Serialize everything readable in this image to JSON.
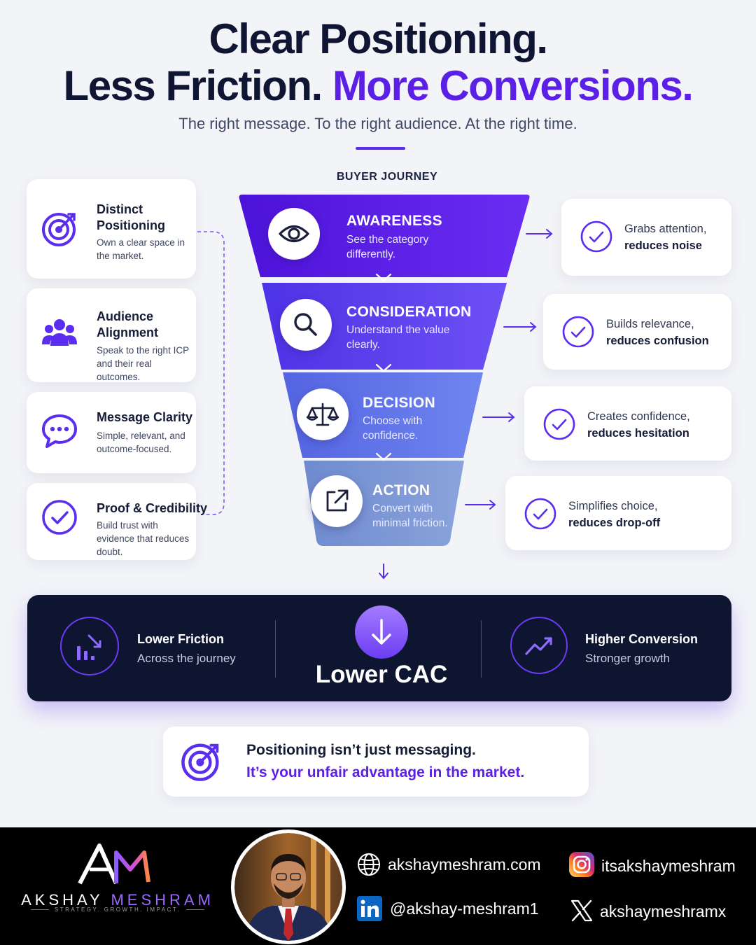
{
  "header": {
    "title_line1": "Clear Positioning.",
    "title_line2_dark": "Less Friction.",
    "title_line2_accent": "More Conversions.",
    "subtitle": "The right message. To the right audience. At the right time.",
    "section_label": "BUYER JOURNEY"
  },
  "pillars": [
    {
      "title": "Distinct Positioning",
      "desc": "Own a clear space in the market.",
      "icon": "target-icon"
    },
    {
      "title": "Audience Alignment",
      "desc": "Speak to the right ICP and their real outcomes.",
      "icon": "users-icon"
    },
    {
      "title": "Message Clarity",
      "desc": "Simple, relevant, and outcome-focused.",
      "icon": "chat-icon"
    },
    {
      "title": "Proof & Credibility",
      "desc": "Build trust with evidence that reduces doubt.",
      "icon": "check-circle-icon"
    }
  ],
  "funnel": [
    {
      "title": "AWARENESS",
      "desc": "See the category differently.",
      "icon": "eye-icon",
      "color": "#5a1fe3"
    },
    {
      "title": "CONSIDERATION",
      "desc": "Understand the value clearly.",
      "icon": "search-icon",
      "color": "#5b3ef0"
    },
    {
      "title": "DECISION",
      "desc": "Choose with confidence.",
      "icon": "scale-icon",
      "color": "#5e6ce6"
    },
    {
      "title": "ACTION",
      "desc": "Convert with minimal friction.",
      "icon": "external-link-icon",
      "color": "#7b97d4"
    }
  ],
  "outcomes": [
    {
      "line1": "Grabs attention,",
      "line2": "reduces noise"
    },
    {
      "line1": "Builds relevance,",
      "line2": "reduces confusion"
    },
    {
      "line1": "Creates confidence,",
      "line2": "reduces hesitation"
    },
    {
      "line1": "Simplifies choice,",
      "line2": "reduces drop-off"
    }
  ],
  "results": {
    "left_title": "Lower Friction",
    "left_sub": "Across the journey",
    "center": "Lower CAC",
    "right_title": "Higher Conversion",
    "right_sub": "Stronger growth"
  },
  "quote": {
    "line1": "Positioning isn’t just messaging.",
    "line2": "It’s your unfair advantage in the market."
  },
  "footer": {
    "brand_first": "AKSHAY",
    "brand_last": "MESHRAM",
    "tagline": "STRATEGY. GROWTH. IMPACT.",
    "website": "akshaymeshram.com",
    "linkedin": "@akshay-meshram1",
    "instagram": "itsakshaymeshram",
    "x": "akshaymeshramx"
  },
  "colors": {
    "accent": "#5b1fe6",
    "dark": "#0e1530",
    "background": "#f3f4f8"
  }
}
